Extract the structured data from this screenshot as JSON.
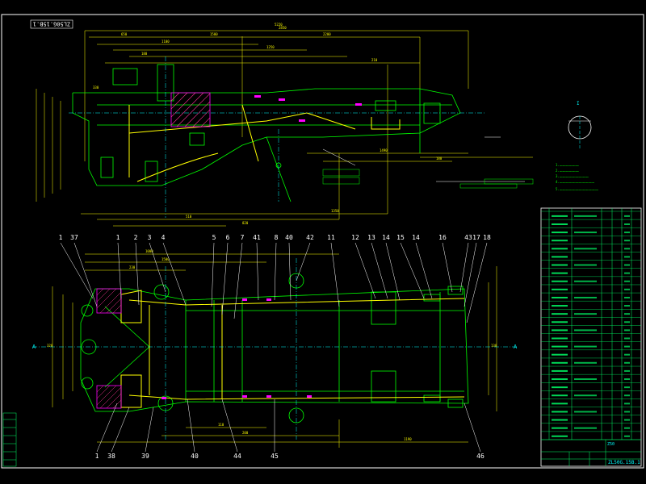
{
  "drawing": {
    "title_tag": "ZL50G.15B.1",
    "drawing_number": "ZL50G.15B.1",
    "sheet_label": "Z50",
    "section_label": "A",
    "detail_label": "I"
  },
  "colors": {
    "background": "#000000",
    "frame": "#ffffff",
    "dimension": "#ffff00",
    "geometry": "#00ff00",
    "centerline": "#00ffff",
    "part": "#ff00ff",
    "hatch": "#ff3399",
    "table": "#00ff66"
  },
  "callouts_top": [
    "1",
    "37",
    "1",
    "2",
    "3",
    "4",
    "5",
    "6",
    "7",
    "41",
    "8",
    "40",
    "42",
    "11",
    "12",
    "13",
    "14",
    "15",
    "14",
    "16",
    "43",
    "17",
    "18"
  ],
  "callouts_bottom": [
    "1",
    "38",
    "39",
    "40",
    "44",
    "45",
    "46"
  ],
  "dimensions": {
    "overall_length": "2850",
    "dims_top": [
      "650",
      "1500",
      "2200",
      "1100",
      "1250",
      "180",
      "210",
      "510",
      "820",
      "1350",
      "1490",
      "180",
      "330",
      "5220"
    ],
    "dims_plan": [
      "1000",
      "1500",
      "230",
      "320",
      "130",
      "110",
      "200",
      "1190"
    ]
  },
  "notes": [
    "1.…………………………",
    "2.…………………………",
    "3.………………………………………",
    "4.………………………………………………",
    "5.……………………………………………………"
  ],
  "parts_rows": 28
}
